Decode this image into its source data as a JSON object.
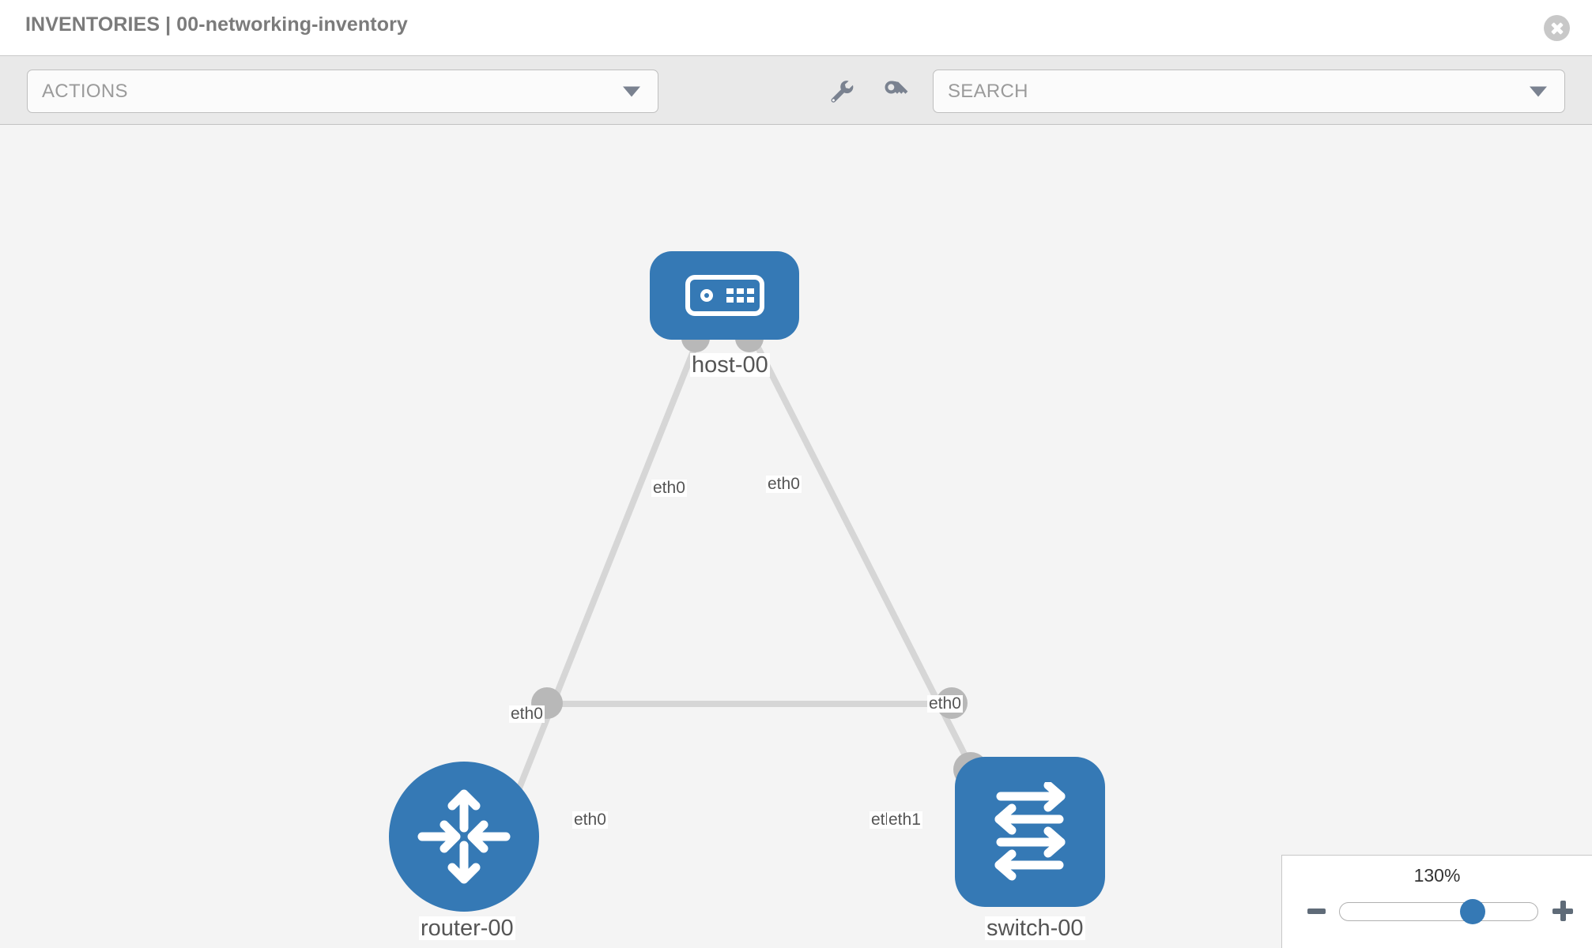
{
  "header": {
    "title": "INVENTORIES | 00-networking-inventory",
    "close_label": "×"
  },
  "toolbar": {
    "actions_value": "ACTIONS",
    "actions_placeholder": "ACTIONS",
    "search_value": "SEARCH",
    "search_placeholder": "SEARCH",
    "wrench_tooltip": "wrench",
    "key_tooltip": "key"
  },
  "colors": {
    "node_blue": "#3579b5",
    "link_gray": "#d6d6d6",
    "nub_gray": "#b8b8b8",
    "canvas_bg": "#f4f4f4",
    "toolbar_bg": "#e9e9e9",
    "text_gray": "#555555"
  },
  "topology": {
    "nodes": [
      {
        "id": "host-00",
        "label": "host-00",
        "type": "host",
        "icon": "server-icon"
      },
      {
        "id": "router-00",
        "label": "router-00",
        "type": "router",
        "icon": "router-arrows-icon"
      },
      {
        "id": "switch-00",
        "label": "switch-00",
        "type": "switch",
        "icon": "switch-arrows-icon"
      }
    ],
    "links": [
      {
        "from": "host-00",
        "from_iface": "eth0",
        "to": "router-00",
        "to_iface": "eth0"
      },
      {
        "from": "host-00",
        "from_iface": "eth0",
        "to": "switch-00",
        "to_iface": "eth0"
      },
      {
        "from": "router-00",
        "from_iface": "eth0",
        "to": "switch-00",
        "to_iface": "eth1"
      }
    ],
    "interface_labels": {
      "host_left": "eth0",
      "host_right": "eth0",
      "router_up": "eth0",
      "switch_up": "eth0",
      "router_right": "eth0",
      "switch_left_a": "eth0",
      "switch_left_b": "eth1"
    }
  },
  "zoom_control": {
    "value_label": "130%",
    "minus_label": "−",
    "plus_label": "+",
    "slider_percent": 67
  }
}
